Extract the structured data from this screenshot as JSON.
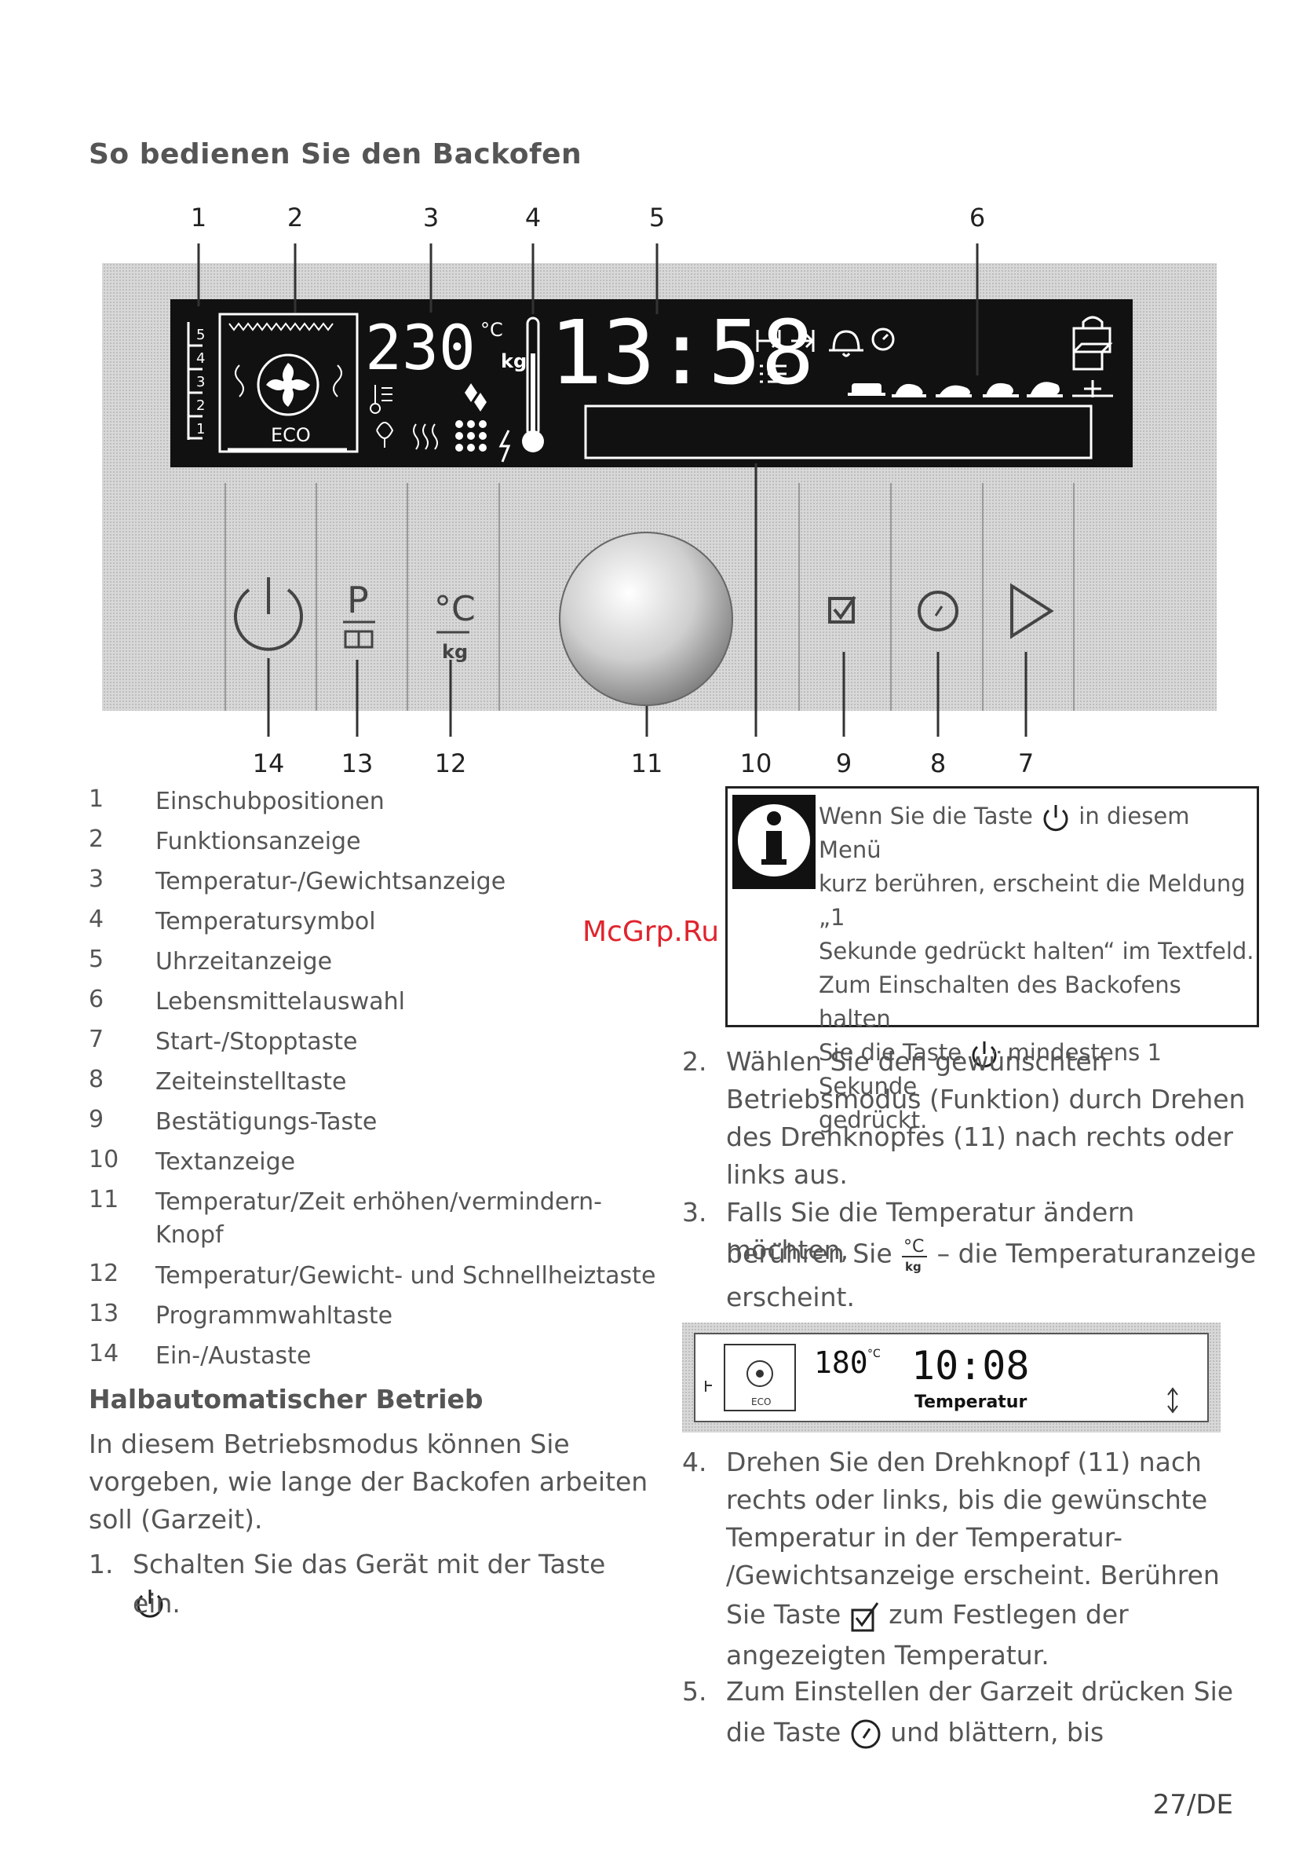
{
  "title": "So bedienen Sie den Backofen",
  "callouts_top": [
    "1",
    "2",
    "3",
    "4",
    "5",
    "6"
  ],
  "callouts_bottom": [
    "14",
    "13",
    "12",
    "11",
    "10",
    "9",
    "8",
    "7"
  ],
  "display": {
    "temperature": "230",
    "unit_c": "°C",
    "unit_kg": "kg",
    "time": "13:58",
    "eco": "ECO",
    "shelf_levels": [
      "5",
      "4",
      "3",
      "2",
      "1"
    ],
    "program_letter": "P",
    "temp_key_unit": "°C",
    "temp_key_kg": "kg"
  },
  "legend": [
    {
      "n": "1",
      "t": "Einschubpositionen"
    },
    {
      "n": "2",
      "t": "Funktionsanzeige"
    },
    {
      "n": "3",
      "t": "Temperatur-/Gewichtsanzeige"
    },
    {
      "n": "4",
      "t": "Temperatursymbol"
    },
    {
      "n": "5",
      "t": "Uhrzeitanzeige"
    },
    {
      "n": "6",
      "t": "Lebensmittelauswahl"
    },
    {
      "n": "7",
      "t": "Start-/Stopptaste"
    },
    {
      "n": "8",
      "t": "Zeiteinstelltaste"
    },
    {
      "n": "9",
      "t": "Bestätigungs-Taste"
    },
    {
      "n": "10",
      "t": "Textanzeige"
    },
    {
      "n": "11",
      "t": "Temperatur/Zeit erhöhen/vermindern-Knopf"
    },
    {
      "n": "12",
      "t": "Temperatur/Gewicht- und Schnellheiztaste"
    },
    {
      "n": "13",
      "t": "Programmwahltaste"
    },
    {
      "n": "14",
      "t": "Ein-/Austaste"
    }
  ],
  "section_heading": "Halbautomatischer Betrieb",
  "intro_lines": [
    "In diesem Betriebsmodus können Sie",
    "vorgeben, wie lange der Backofen arbeiten",
    "soll (Garzeit)."
  ],
  "step1": {
    "n": "1.",
    "line1": "Schalten Sie das Gerät mit der Taste",
    "line2": "ein."
  },
  "info": {
    "l1a": "Wenn Sie die Taste",
    "l1b": "in diesem Menü",
    "l2": "kurz berühren, erscheint die Meldung „1",
    "l3": "Sekunde gedrückt halten“ im Textfeld.",
    "l4": "Zum Einschalten des Backofens halten",
    "l5a": "Sie die Taste",
    "l5b": "mindestens 1 Sekunde",
    "l6": "gedrückt."
  },
  "step2": {
    "n": "2.",
    "lines": [
      "Wählen Sie den gewünschten",
      "Betriebsmodus (Funktion) durch Drehen",
      "des Drehknopfes (11) nach rechts oder",
      "links aus."
    ]
  },
  "step3": {
    "n": "3.",
    "line1": "Falls Sie die Temperatur ändern möchten,",
    "line2a": "berühren Sie",
    "line2b": "– die Temperaturanzeige",
    "line3": "erscheint."
  },
  "lcd2": {
    "temp": "180",
    "unit": "°C",
    "time": "10:08",
    "label": "Temperatur",
    "eco": "ECO"
  },
  "step4": {
    "n": "4.",
    "lines": [
      "Drehen Sie den Drehknopf (11) nach",
      "rechts oder links, bis die gewünschte",
      "Temperatur in der Temperatur-",
      "/Gewichtsanzeige erscheint. Berühren"
    ],
    "line5a": "Sie Taste",
    "line5b": "zum Festlegen der",
    "line6": "angezeigten Temperatur."
  },
  "step5": {
    "n": "5.",
    "line1": "Zum Einstellen der Garzeit drücken Sie",
    "line2a": "die Taste",
    "line2b": "und blättern, bis"
  },
  "page_number": "27/DE",
  "watermark": "McGrp.Ru"
}
